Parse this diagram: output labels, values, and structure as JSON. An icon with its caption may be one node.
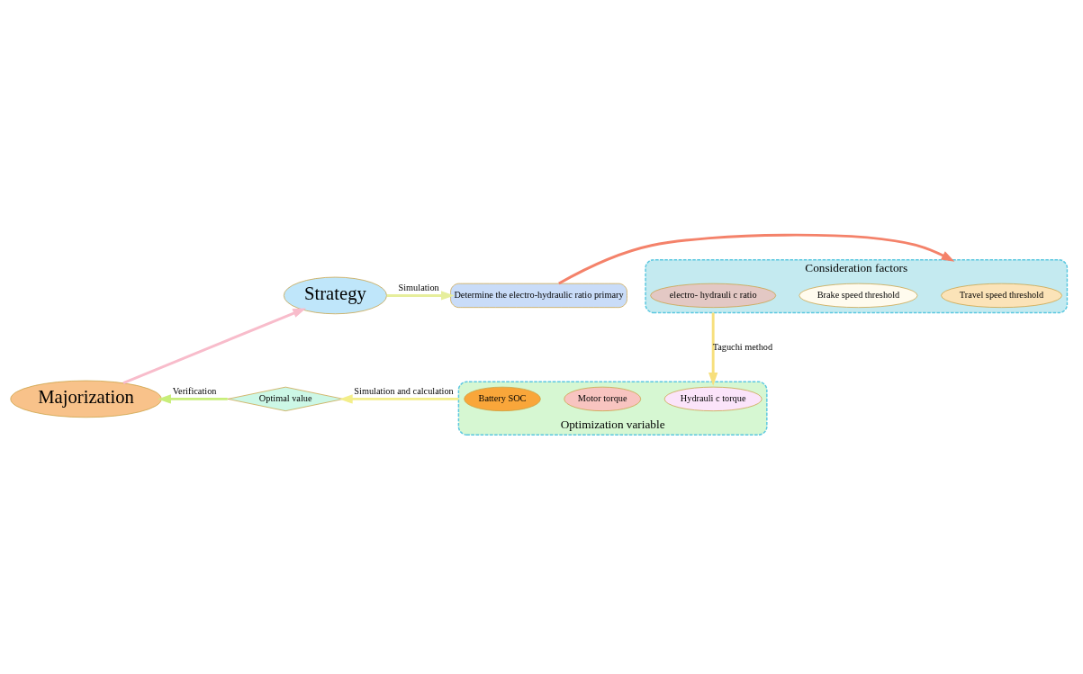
{
  "diagram": {
    "nodes": [
      {
        "text": [
          "Strategy"
        ]
      },
      {
        "text": [
          "Determine the electro-hydraulic ratio primary"
        ]
      },
      {
        "text": [
          "Consideration factors"
        ]
      },
      {
        "text": [
          "Travel speed threshold"
        ],
        "in": 2
      },
      {
        "text": [
          "Brake speed threshold"
        ],
        "in": 2
      },
      {
        "text": [
          "electro- hydrauli c ratio"
        ],
        "in": 2
      },
      {
        "text": [
          "Optimization variable"
        ]
      },
      {
        "text": [
          "Hydrauli c torque"
        ],
        "in": 6
      },
      {
        "text": [
          "Motor torque"
        ],
        "in": 6
      },
      {
        "text": [
          "Battery SOC"
        ],
        "in": 6
      },
      {
        "text": [
          "Optimal value"
        ]
      },
      {
        "text": [
          "Majorization"
        ]
      }
    ],
    "edges": [
      {
        "from": 0,
        "to": 1,
        "arrow": "to",
        "label": "Simulation",
        "color": "#e6ee9c"
      },
      {
        "from": 1,
        "to": 2,
        "arrow": "to",
        "color": "#f4826a"
      },
      {
        "from": 2,
        "to": 6,
        "arrow": "to",
        "label": "Taguchi method",
        "color": "#f7df7c"
      },
      {
        "from": 6,
        "to": 10,
        "arrow": "to",
        "label": "Simulation and calculation",
        "color": "#f3ee8a"
      },
      {
        "from": 10,
        "to": 11,
        "arrow": "to",
        "label": "Verification",
        "color": "#c8ee7a"
      },
      {
        "from": 11,
        "to": 0,
        "arrow": "to",
        "color": "#f8bccb"
      }
    ]
  }
}
